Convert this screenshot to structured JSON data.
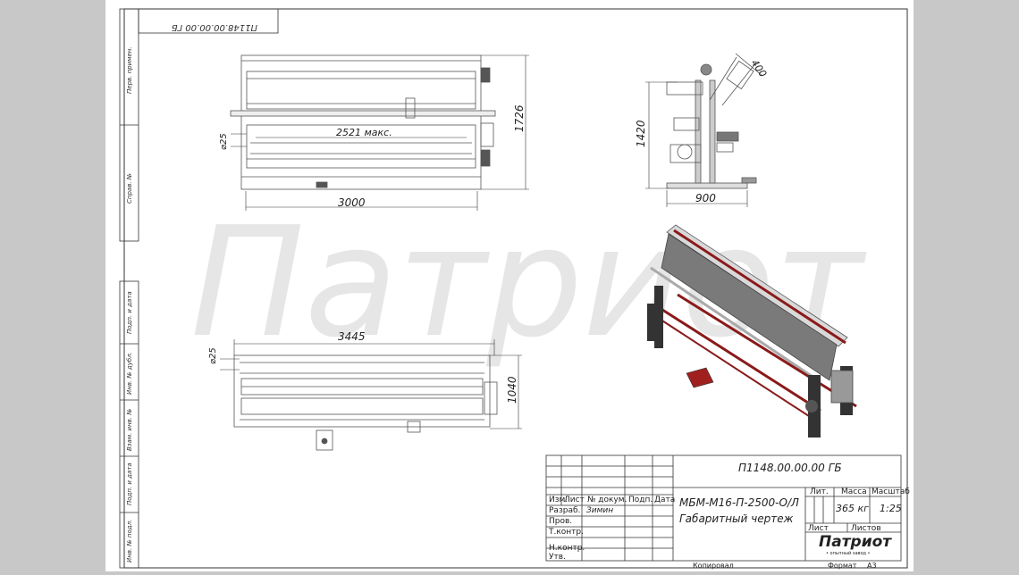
{
  "drawing_code": "П1148.00.00.00 ГБ",
  "drawing_code_mirrored": "П1148.00.00.00 ГБ",
  "product_name": "МБМ-М16-П-2500-О/Л",
  "drawing_type": "Габаритный чертеж",
  "watermark_text": "Патриот",
  "side_labels": [
    "Перв. примен.",
    "Справ. №",
    "Подп. и дата",
    "Инв. № дубл.",
    "Взам. инв. №",
    "Подп. и дата",
    "Инв. № подл."
  ],
  "dimensions": {
    "front_length": "3000",
    "front_height": "1726",
    "front_width_max": "2521 макс.",
    "front_diameter": "⌀25",
    "side_height": "1420",
    "side_width": "900",
    "side_angle": "400",
    "top_length": "3445",
    "top_width": "1040",
    "top_diameter": "⌀25"
  },
  "title_block": {
    "headers": {
      "izm": "Изм.",
      "list": "Лист",
      "doc_no": "№ докум.",
      "sign": "Подп.",
      "date": "Дата"
    },
    "roles": {
      "razrab": "Разраб.",
      "prov": "Пров.",
      "tkontr": "Т.контр.",
      "nkontr": "Н.контр.",
      "utv": "Утв."
    },
    "developer": "Зимин",
    "lit_label": "Лит.",
    "mass_label": "Масса",
    "scale_label": "Масштаб",
    "mass_value": "365 кг",
    "scale_value": "1:25",
    "sheet_label": "Лист",
    "sheets_label": "Листов",
    "company_logo": "Патриот",
    "company_sub": "• опытный завод •"
  },
  "footer": {
    "copied": "Копировал",
    "format_label": "Формат",
    "format_value": "А3"
  },
  "colors": {
    "frame": "#8a1a1a",
    "steel": "#3a3a3a",
    "line": "#444444"
  }
}
